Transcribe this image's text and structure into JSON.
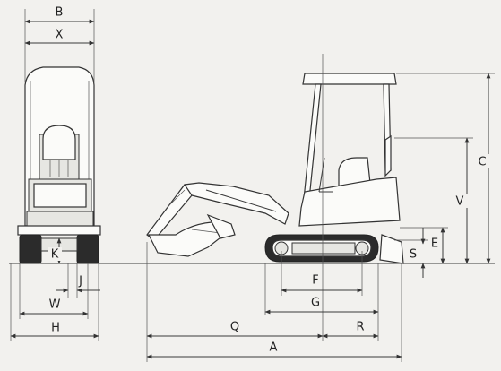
{
  "labels": {
    "B": "B",
    "X": "X",
    "K": "K",
    "J": "J",
    "W": "W",
    "H": "H",
    "C": "C",
    "V": "V",
    "E": "E",
    "S": "S",
    "F": "F",
    "G": "G",
    "Q": "Q",
    "R": "R",
    "A": "A"
  }
}
